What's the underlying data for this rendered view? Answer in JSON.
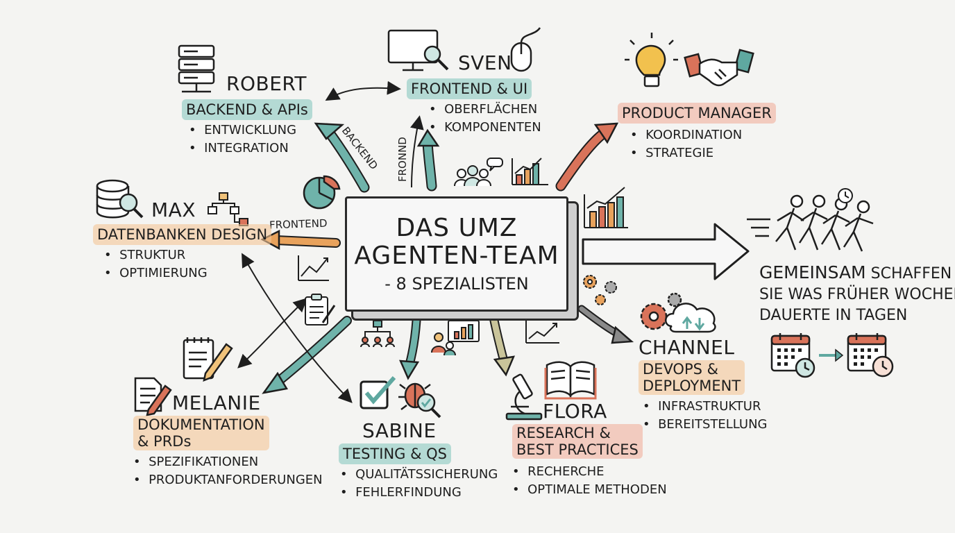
{
  "center": {
    "line1": "DAS UMZ",
    "line2": "AGENTEN-TEAM",
    "line3": "- 8 SPEZIALISTEN"
  },
  "members": {
    "robert": {
      "name": "ROBERT",
      "role": "BACKEND & APIs",
      "bullets": [
        "ENTWICKLUNG",
        "INTEGRATION"
      ]
    },
    "sven": {
      "name": "SVEN",
      "role": "FRONTEND & UI",
      "bullets": [
        "OBERFLÄCHEN",
        "KOMPONENTEN"
      ]
    },
    "pm": {
      "role": "PRODUCT MANAGER",
      "bullets": [
        "KOORDINATION",
        "STRATEGIE"
      ]
    },
    "max": {
      "name": "MAX",
      "role": "DATENBANKEN DESIGN",
      "bullets": [
        "STRUKTUR",
        "OPTIMIERUNG"
      ]
    },
    "channel": {
      "name": "CHANNEL",
      "role_line1": "DEVOPS &",
      "role_line2": "DEPLOYMENT",
      "bullets": [
        "INFRASTRUKTUR",
        "BEREITSTELLUNG"
      ]
    },
    "melanie": {
      "name": "MELANIE",
      "role_line1": "DOKUMENTATION",
      "role_line2": "& PRDs",
      "bullets": [
        "SPEZIFIKATIONEN",
        "PRODUKTANFORDERUNGEN"
      ]
    },
    "sabine": {
      "name": "SABINE",
      "role": "TESTING & QS",
      "bullets": [
        "QUALITÄTSSICHERUNG",
        "FEHLERFINDUNG"
      ]
    },
    "flora": {
      "name": "FLORA",
      "role_line1": "RESEARCH &",
      "role_line2": "BEST PRACTICES",
      "bullets": [
        "RECHERCHE",
        "OPTIMALE METHODEN"
      ]
    }
  },
  "arrow_labels": {
    "backend": "BACKEND",
    "frontend_vertical": "FRONND",
    "frontend": "FRONTEND"
  },
  "outcome": {
    "word1": "GEMEINSAM",
    "line1_rest": "SCHAFFEN",
    "line2": "SIE WAS FRÜHER WOCHEN",
    "line3": "DAUERTE IN TAGEN"
  },
  "colors": {
    "teal": "#5fa8a0",
    "orange": "#e8a25c",
    "salmon": "#d9735a",
    "ink": "#1e1e1e"
  },
  "icons": [
    "server-icon",
    "monitor-search-icon",
    "mouse-icon",
    "lightbulb-icon",
    "handshake-icon",
    "database-search-icon",
    "flowchart-icon",
    "pie-chart-icon",
    "team-chat-icon",
    "bar-chart-icon",
    "clipboard-icon",
    "notepad-pen-icon",
    "document-pen-icon",
    "checkbox-icon",
    "bug-search-icon",
    "presentation-icon",
    "microscope-icon",
    "open-book-icon",
    "gears-icon",
    "cloud-sync-icon",
    "running-team-icon",
    "clock-icon",
    "calendar-icon"
  ]
}
